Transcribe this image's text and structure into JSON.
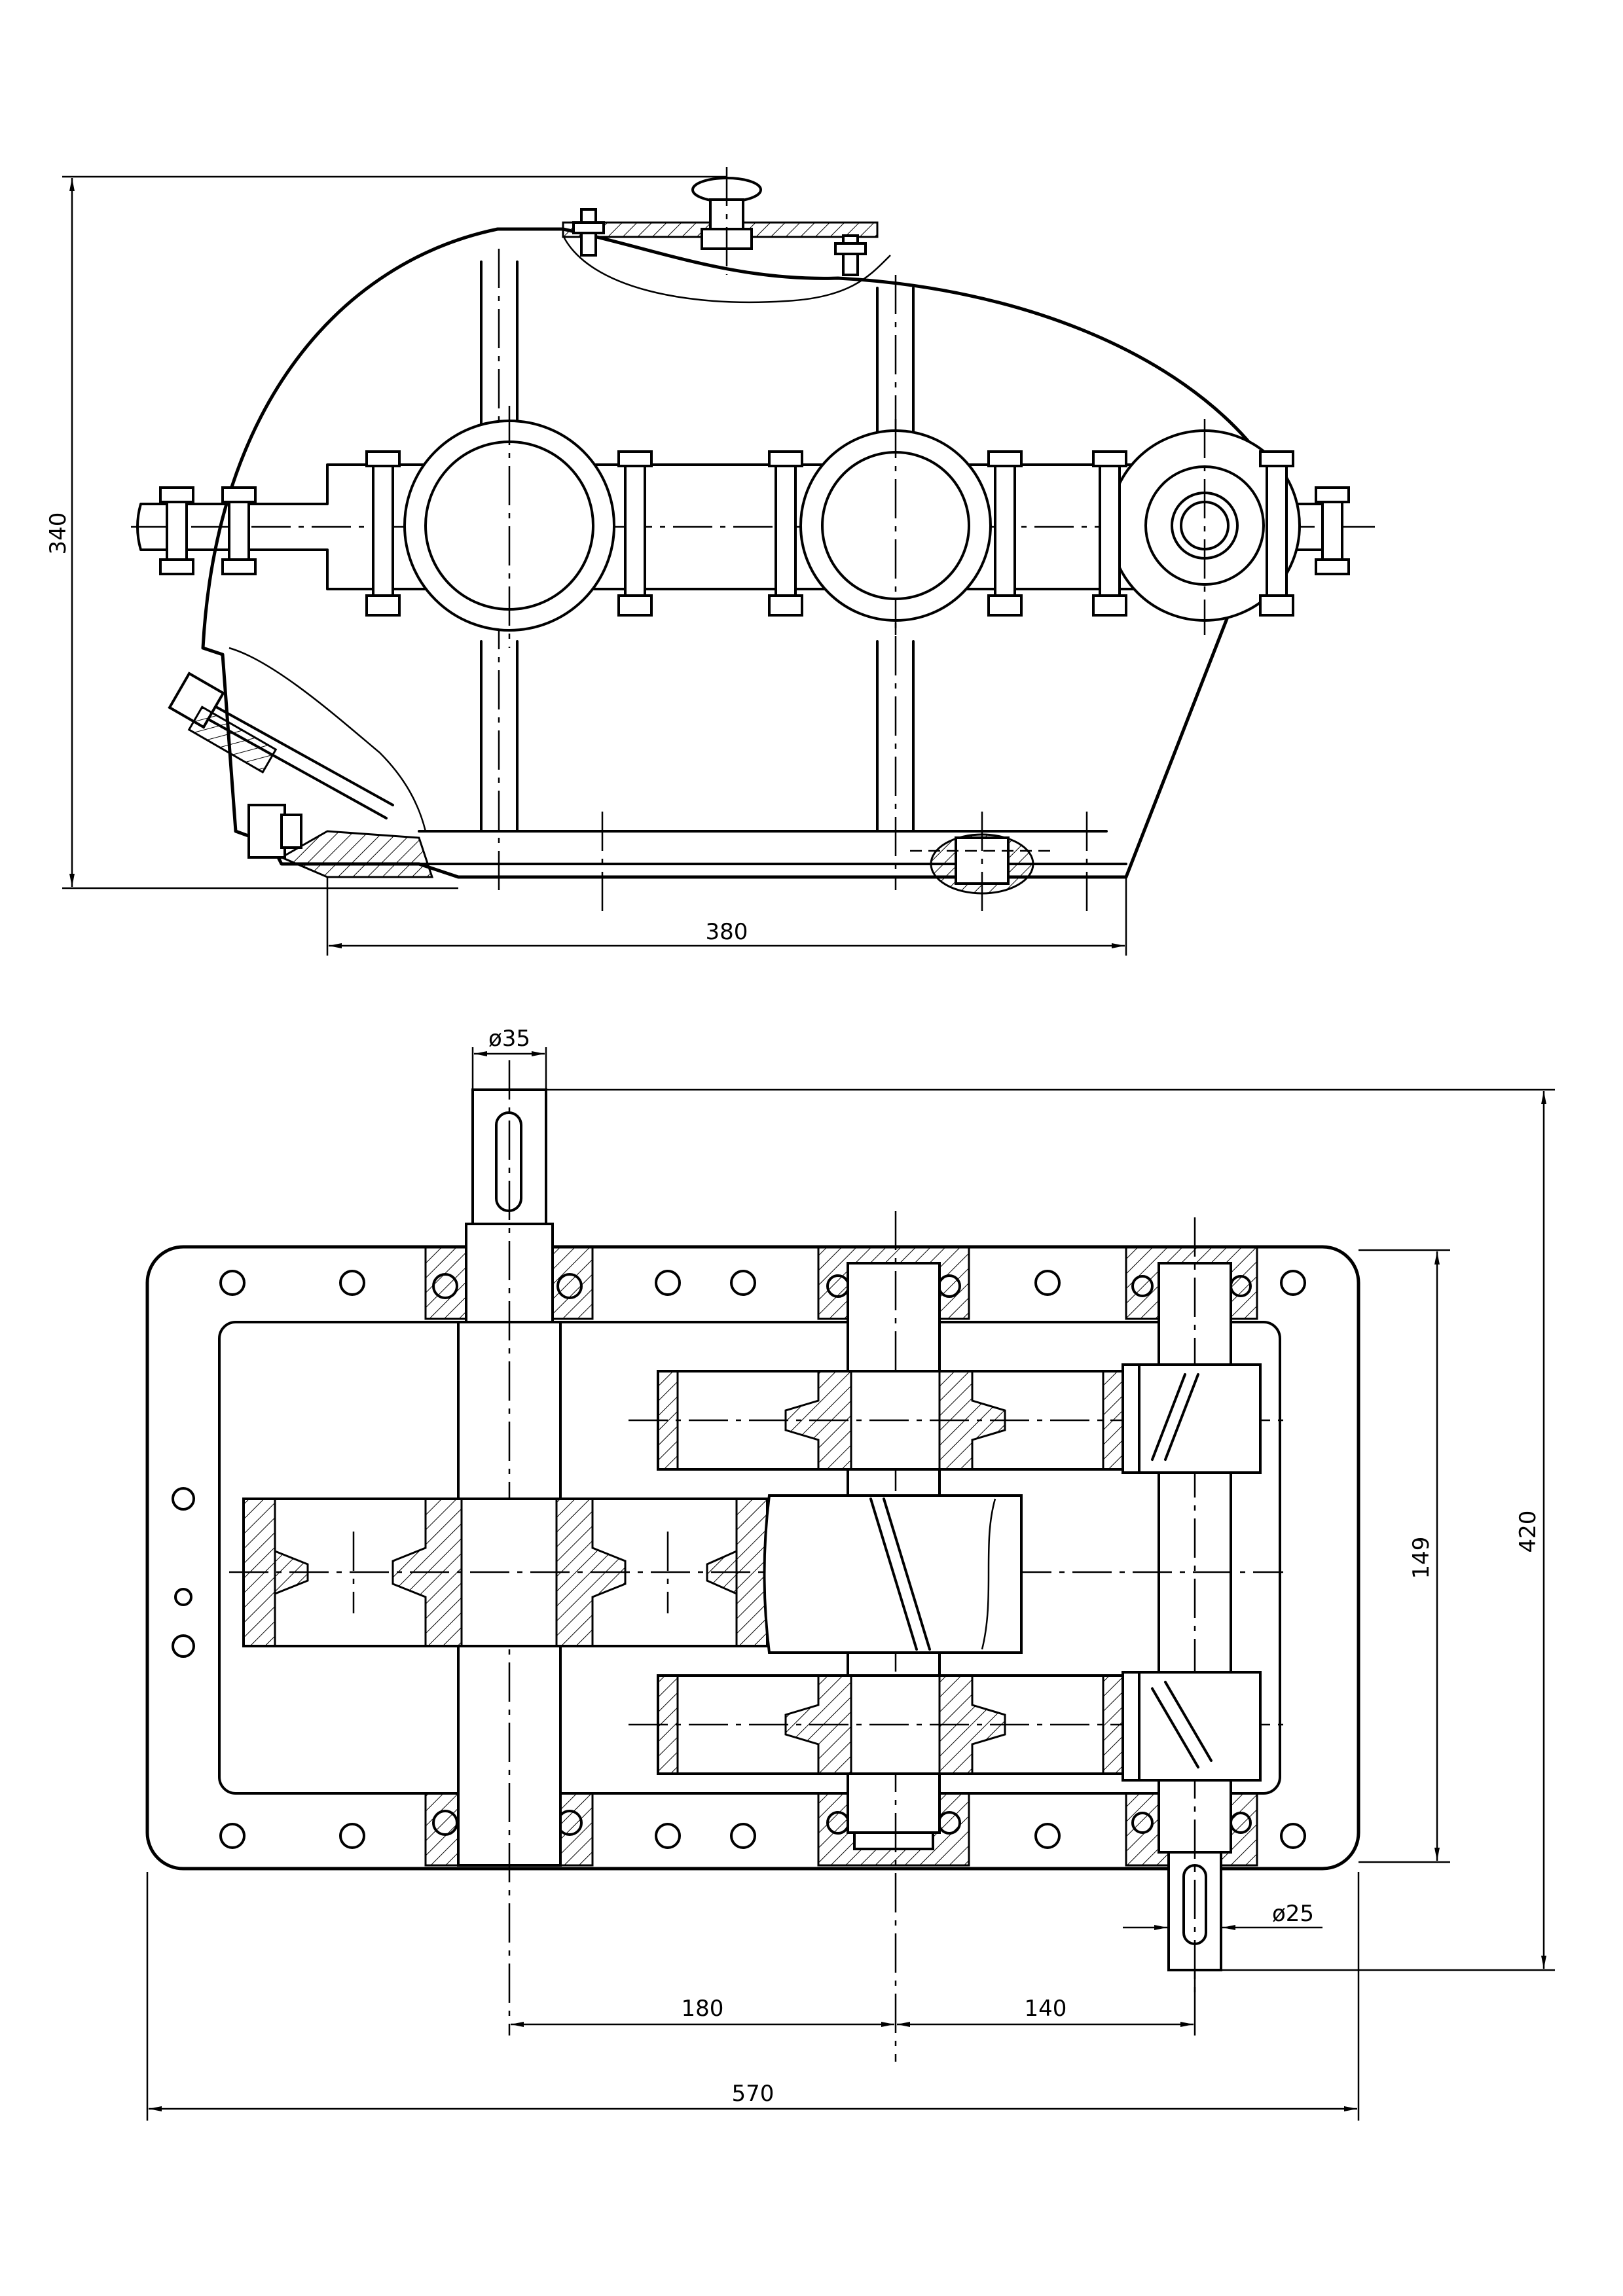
{
  "drawing": {
    "elevation_view": {
      "height_dimension": "340",
      "base_length_dimension": "380"
    },
    "plan_view": {
      "input_shaft_diameter": "ø35",
      "output_shaft_diameter": "ø25",
      "overall_depth_dimension": "420",
      "housing_depth_dimension": "149",
      "center_distance_first": "180",
      "center_distance_second": "140",
      "overall_length_dimension": "570"
    }
  }
}
